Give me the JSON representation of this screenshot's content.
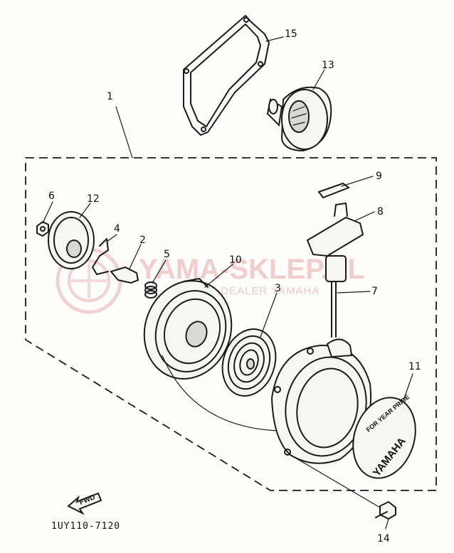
{
  "diagram": {
    "part_code": "1UY110-7120",
    "fwd_label": "FWD",
    "badge_top": "FOR YEAR PRIDE",
    "badge_brand": "YAMAHA",
    "watermark_main": "YAMA-SKLEP.PL",
    "watermark_sub": "OWICZ | DEALER YAMAHA",
    "callouts": [
      {
        "id": "1",
        "label": "1"
      },
      {
        "id": "2",
        "label": "2"
      },
      {
        "id": "3",
        "label": "3"
      },
      {
        "id": "4",
        "label": "4"
      },
      {
        "id": "5",
        "label": "5"
      },
      {
        "id": "6",
        "label": "6"
      },
      {
        "id": "7",
        "label": "7"
      },
      {
        "id": "8",
        "label": "8"
      },
      {
        "id": "9",
        "label": "9"
      },
      {
        "id": "10",
        "label": "10"
      },
      {
        "id": "11",
        "label": "11"
      },
      {
        "id": "12",
        "label": "12"
      },
      {
        "id": "13",
        "label": "13"
      },
      {
        "id": "14",
        "label": "14"
      },
      {
        "id": "15",
        "label": "15"
      }
    ]
  },
  "colors": {
    "line": "#1a1a1a",
    "watermark": "#e8a7a7",
    "paper": "#fdfdfb"
  }
}
